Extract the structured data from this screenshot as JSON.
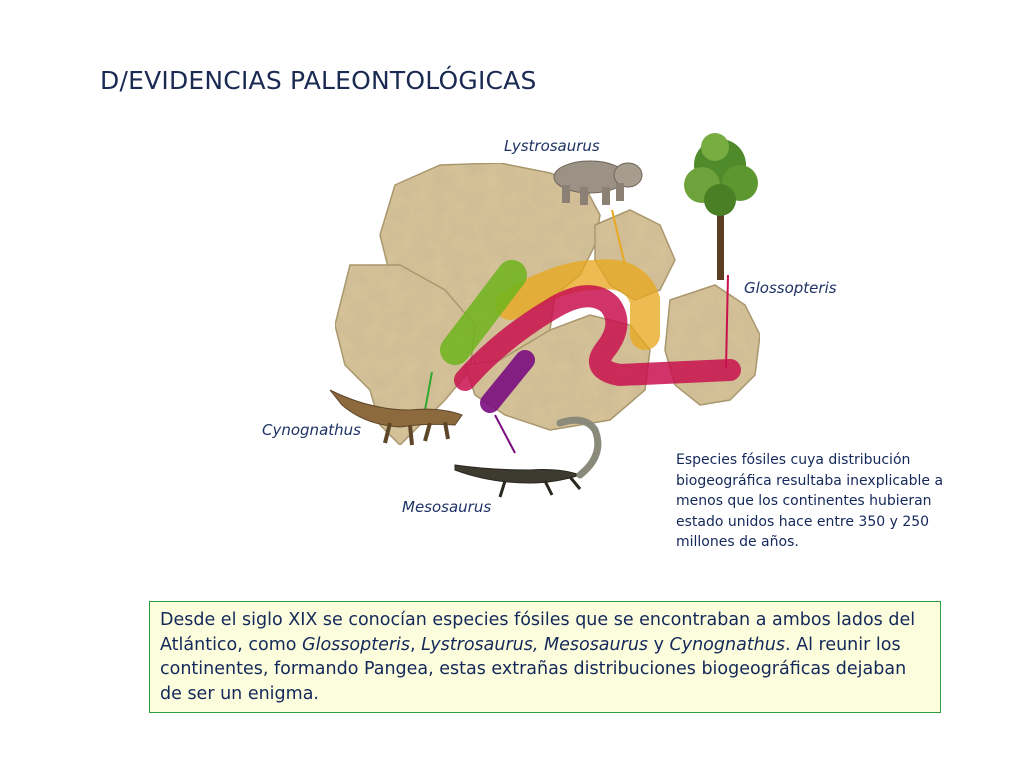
{
  "title": "D/EVIDENCIAS PALEONTOLÓGICAS",
  "figure": {
    "labels": {
      "lystrosaurus": "Lystrosaurus",
      "glossopteris": "Glossopteris",
      "cynognathus": "Cynognathus",
      "mesosaurus": "Mesosaurus"
    },
    "colors": {
      "lystrosaurus": "#e8a820",
      "glossopteris": "#c8104e",
      "cynognathus": "#6fb41c",
      "mesosaurus": "#7a0c80",
      "continent": "#d8c49a"
    }
  },
  "description": "Especies fósiles cuya distribución biogeográfica resultaba inexplicable a menos que los continentes hubieran estado unidos hace entre 350 y 250 millones de años.",
  "note": {
    "part1": "Desde el siglo XIX se conocían especies fósiles que se encontraban a ambos lados del Atlántico, como ",
    "glossopteris": "Glossopteris",
    "sep1": ", ",
    "lystrosaurus": "Lystrosaurus,",
    "sep2": " ",
    "mesosaurus": "Mesosaurus",
    "sep3": " y ",
    "cynognathus": "Cynognathus",
    "part2": ". Al reunir los continentes, formando Pangea, estas extrañas distribuciones biogeográficas dejaban de ser un enigma."
  }
}
